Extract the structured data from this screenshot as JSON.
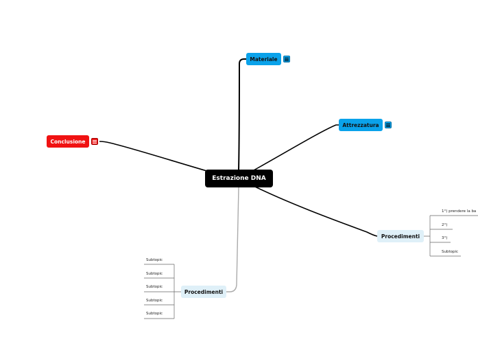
{
  "central": "Estrazione DNA",
  "nodes": {
    "materiale": "Materiale",
    "attrezzatura": "Attrezzatura",
    "conclusione": "Conclusione",
    "procedimenti_right": "Procedimenti",
    "procedimenti_left": "Procedimenti"
  },
  "right_subtopics": [
    "1°) prendere la ba",
    "2°)",
    "3°)",
    "Subtopic"
  ],
  "left_subtopics": [
    "Subtopic",
    "Subtopic",
    "Subtopic",
    "Subtopic",
    "Subtopic"
  ],
  "colors": {
    "central": "#000000",
    "topic_blue": "#0aa2ea",
    "topic_red": "#f01212",
    "topic_light": "#dff0f8"
  },
  "icons": {
    "note": "note-icon"
  }
}
